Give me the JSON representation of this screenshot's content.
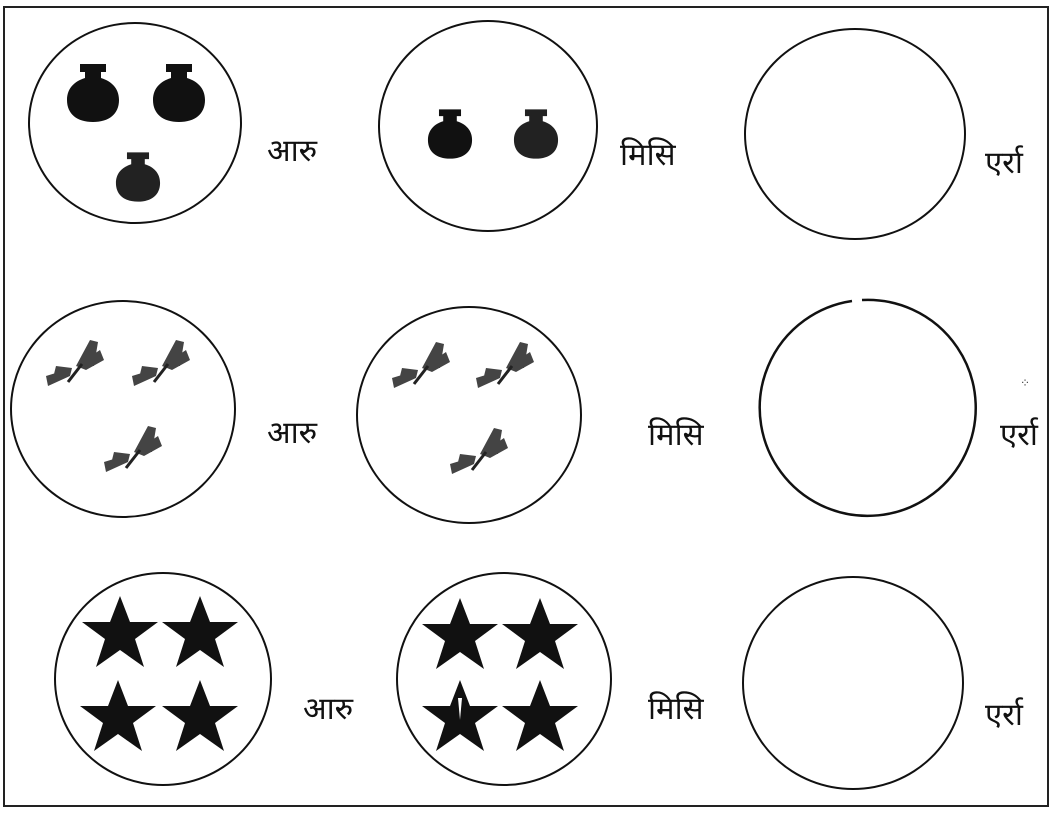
{
  "rows": [
    {
      "object": "inkpot-icon",
      "first_count": 3,
      "first_word": "आरु",
      "second_count": 2,
      "second_word": "मिसि",
      "answer_word": "एर्रा"
    },
    {
      "object": "butterfly-icon",
      "first_count": 3,
      "first_word": "आरु",
      "second_count": 3,
      "second_word": "मिसि",
      "answer_word": "एर्रा"
    },
    {
      "object": "star-icon",
      "first_count": 4,
      "first_word": "आरु",
      "second_count": 4,
      "second_word": "मिसि",
      "answer_word": "एर्रा"
    }
  ]
}
